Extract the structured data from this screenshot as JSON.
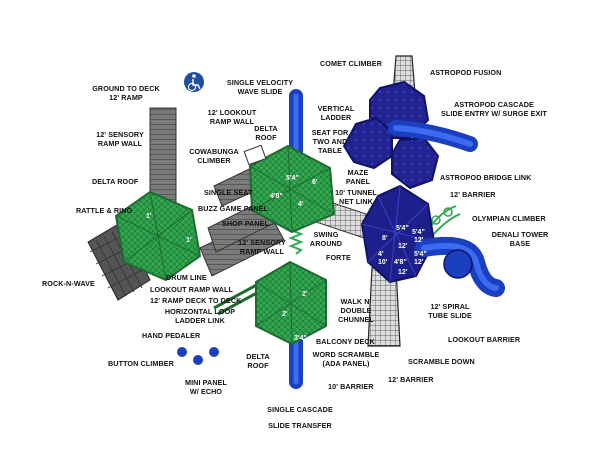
{
  "labels": {
    "ground_to_deck_1": "GROUND TO DECK",
    "ground_to_deck_2": "12' RAMP",
    "sensory_ramp_wall_1": "12' SENSORY",
    "sensory_ramp_wall_2": "RAMP WALL",
    "delta_roof_left": "DELTA ROOF",
    "rattle_ring": "RATTLE & RING",
    "rock_n_wave": "ROCK-N-WAVE",
    "single_velocity_1": "SINGLE VELOCITY",
    "single_velocity_2": "WAVE SLIDE",
    "lookout_ramp_wall_top_1": "12' LOOKOUT",
    "lookout_ramp_wall_top_2": "RAMP WALL",
    "delta_roof_top_1": "DELTA",
    "delta_roof_top_2": "ROOF",
    "cowabunga_1": "COWABUNGA",
    "cowabunga_2": "CLIMBER",
    "single_seat": "SINGLE SEAT",
    "buzz_game_panel": "BUZZ GAME PANEL",
    "shop_panel": "SHOP PANEL",
    "sensory_ramp_wall_mid_1": "12' SENSORY",
    "sensory_ramp_wall_mid_2": "RAMP WALL",
    "drum_line": "DRUM LINE",
    "lookout_ramp_wall_low": "LOOKOUT RAMP WALL",
    "ramp_deck_to_deck": "12' RAMP DECK TO DECK",
    "horizontal_loop_1": "HORIZONTAL LOOP",
    "horizontal_loop_2": "LADDER LINK",
    "hand_pedaler": "HAND PEDALER",
    "button_climber": "BUTTON CLIMBER",
    "mini_panel_1": "MINI PANEL",
    "mini_panel_2": "W/ ECHO",
    "delta_roof_bottom_1": "DELTA",
    "delta_roof_bottom_2": "ROOF",
    "comet_climber": "COMET CLIMBER",
    "astropod_fusion": "ASTROPOD FUSION",
    "vertical_ladder_1": "VERTICAL",
    "vertical_ladder_2": "LADDER",
    "seat_two_1": "SEAT FOR",
    "seat_two_2": "TWO AND",
    "seat_two_3": "TABLE",
    "astropod_cascade_1": "ASTROPOD CASCADE",
    "astropod_cascade_2": "SLIDE ENTRY W/ SURGE EXIT",
    "maze_panel_1": "MAZE",
    "maze_panel_2": "PANEL",
    "tunnel_net_1": "10' TUNNEL",
    "tunnel_net_2": "NET LINK",
    "astropod_bridge": "ASTROPOD BRIDGE LINK",
    "barrier_12_top": "12' BARRIER",
    "olympian_climber": "OLYMPIAN CLIMBER",
    "swing_around_1": "SWING",
    "swing_around_2": "AROUND",
    "forte": "FORTE",
    "denali_1": "DENALI TOWER",
    "denali_2": "BASE",
    "spiral_1": "12' SPIRAL",
    "spiral_2": "TUBE SLIDE",
    "walk_n_1": "WALK N'",
    "walk_n_2": "DOUBLE",
    "walk_n_3": "CHUNNEL",
    "lookout_barrier": "LOOKOUT BARRIER",
    "balcony_deck": "BALCONY DECK",
    "scramble_down": "SCRAMBLE DOWN",
    "word_scramble_1": "WORD SCRAMBLE",
    "word_scramble_2": "(ADA PANEL)",
    "barrier_12_bottom": "12' BARRIER",
    "barrier_10": "10' BARRIER",
    "single_cascade": "SINGLE CASCADE",
    "slide_transfer": "SLIDE TRANSFER"
  },
  "deck_heights": {
    "d1a": "5'4\"",
    "d1b": "6'",
    "d1c": "4'8\"",
    "d1d": "4'",
    "d2a": "1'",
    "d2b": "1'",
    "d3a": "2'",
    "d3b": "2'",
    "d3c": "3'4\"",
    "d4a": "5'4\"",
    "d4b": "8'",
    "d4c": "5'4\"",
    "d4d": "12'",
    "d4e": "4'",
    "d4f": "10'",
    "d4g": "4'8\"",
    "d4h": "5'4\"",
    "d4i": "12'",
    "d4j": "12'",
    "d4k": "12'"
  },
  "colors": {
    "deck_green": "#2fa84f",
    "deck_dark": "#1e6b30",
    "slide_blue": "#1a3fbf",
    "pod_navy": "#1d1f8a",
    "ramp_gray": "#6b6b6b",
    "net_gray": "#4a4a4a",
    "accessible_blue": "#1f4fa0"
  },
  "icons": {
    "accessibility": "wheelchair-icon"
  }
}
